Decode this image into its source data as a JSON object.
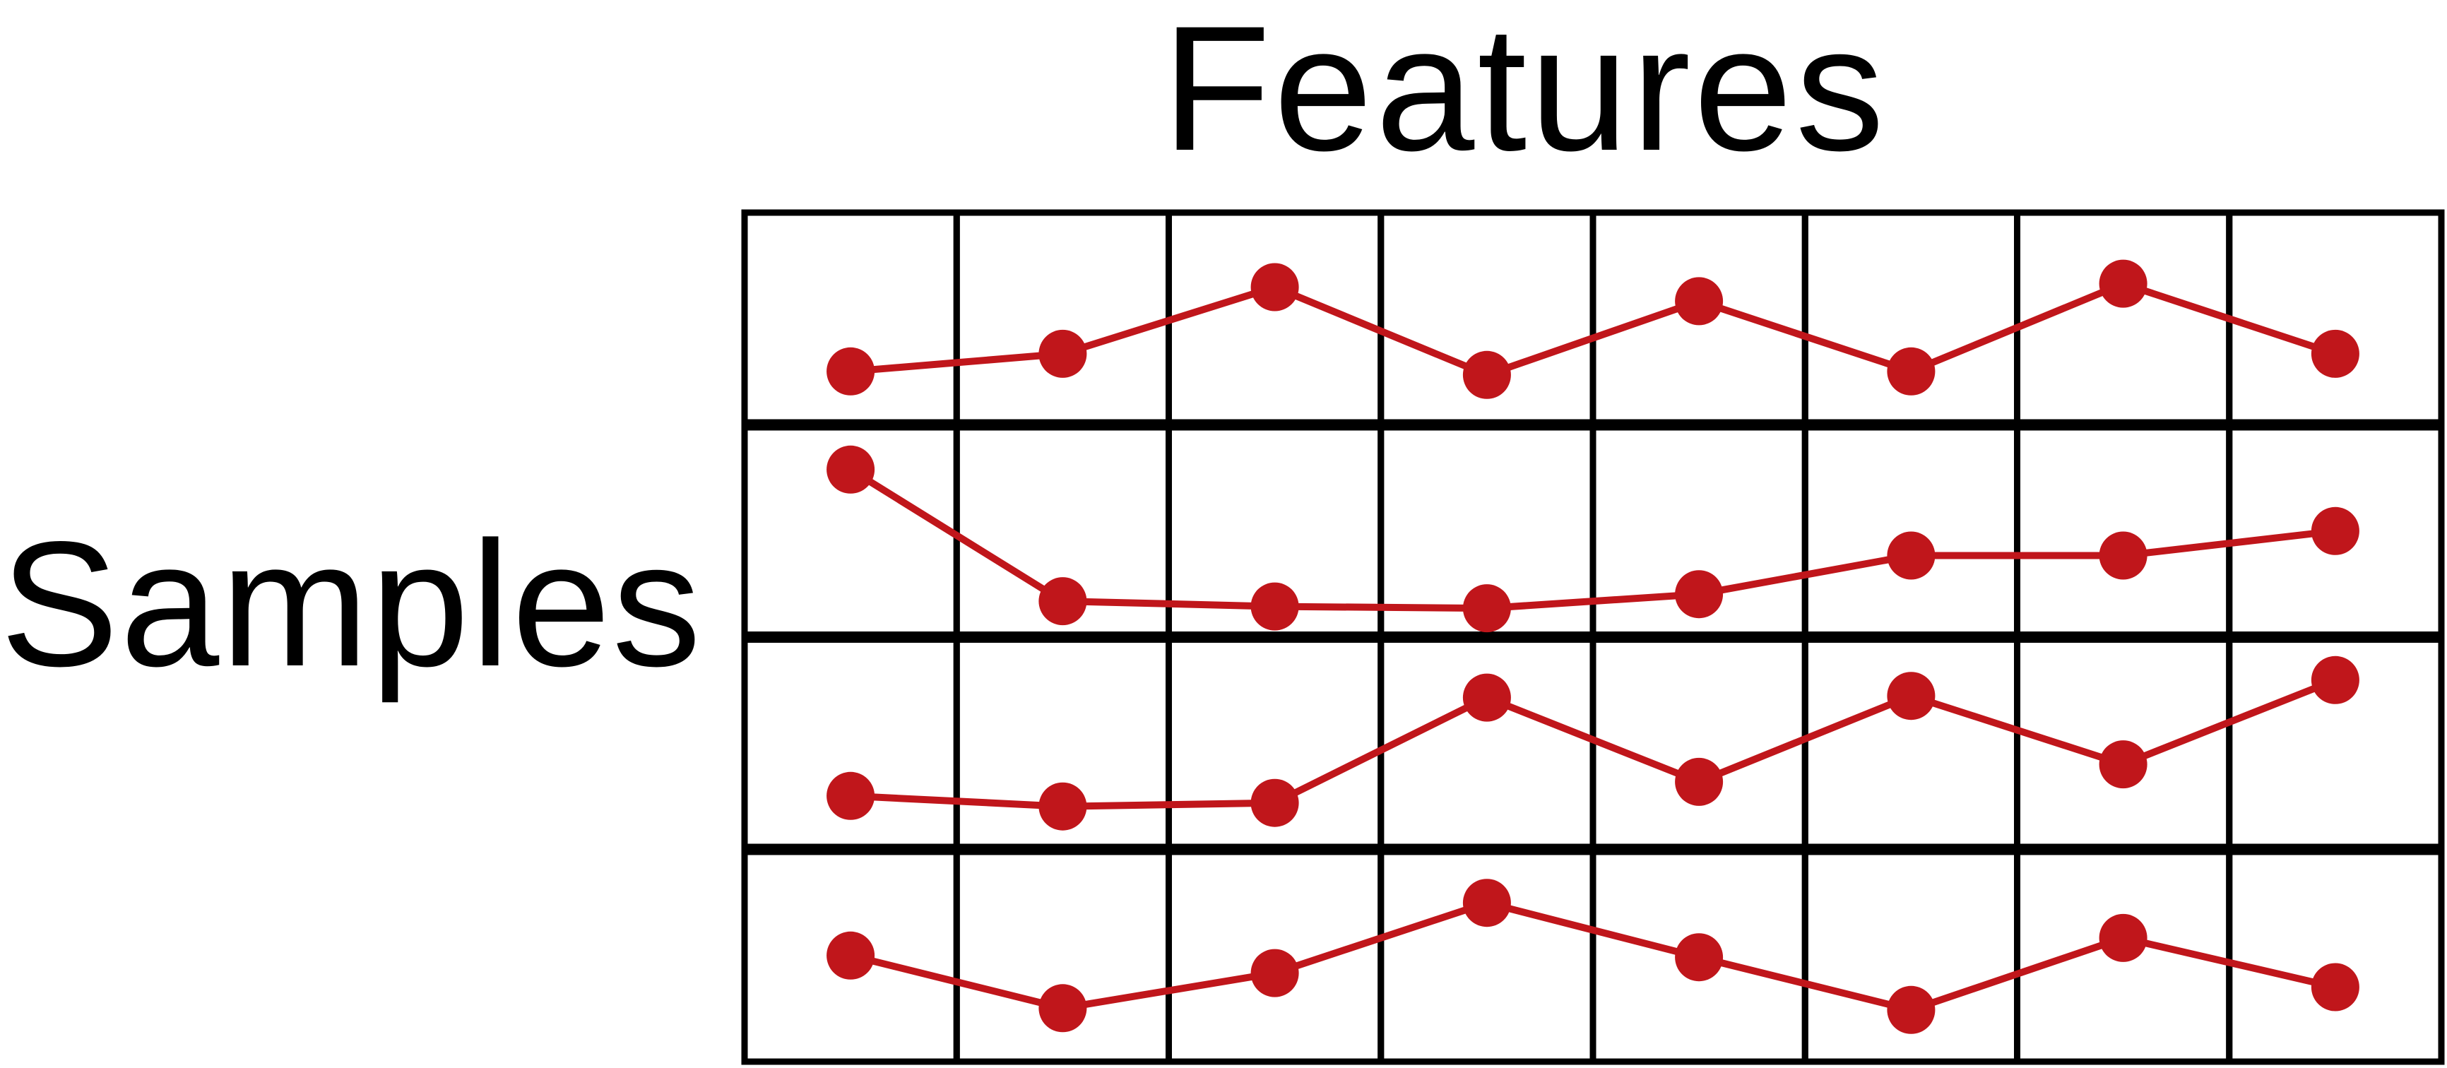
{
  "labels": {
    "columns_title": "Features",
    "rows_title": "Samples"
  },
  "colors": {
    "grid": "#000000",
    "series": "#c0161b",
    "background": "#ffffff"
  },
  "grid_layout": {
    "rows": 4,
    "columns": 8
  },
  "row_profiles": [
    [
      0.2,
      0.3,
      0.68,
      0.18,
      0.6,
      0.2,
      0.7,
      0.3
    ],
    [
      0.85,
      0.1,
      0.07,
      0.06,
      0.14,
      0.36,
      0.36,
      0.5
    ],
    [
      0.2,
      0.14,
      0.16,
      0.76,
      0.28,
      0.77,
      0.38,
      0.86
    ],
    [
      0.5,
      0.2,
      0.4,
      0.8,
      0.49,
      0.19,
      0.6,
      0.32
    ]
  ]
}
